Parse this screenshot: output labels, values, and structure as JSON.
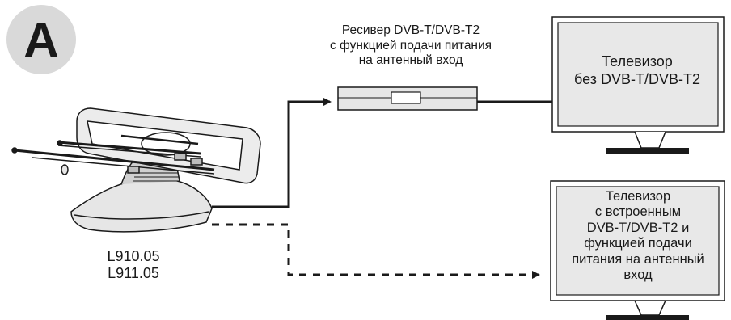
{
  "badge": {
    "letter": "A"
  },
  "receiver": {
    "label_line1": "Ресивер DVB-T/DVB-T2",
    "label_line2": "с функцией подачи питания",
    "label_line3": "на антенный  вход"
  },
  "tv_without_dvb": {
    "label_line1": "Телевизор",
    "label_line2": "без DVB-T/DVB-T2"
  },
  "tv_with_dvb": {
    "label_line1": "Телевизор",
    "label_line2": "с встроенным",
    "label_line3": "DVB-T/DVB-T2  и",
    "label_line4": "функцией  подачи",
    "label_line5": "питания на антенный",
    "label_line6": "вход"
  },
  "antenna": {
    "model_line1": "L910.05",
    "model_line2": "L911.05"
  },
  "colors": {
    "outline": "#1a1a1a",
    "badge_fill": "#d9d9d9",
    "device_fill": "#e6e6e6",
    "screen_fill": "#e8e8e8"
  }
}
